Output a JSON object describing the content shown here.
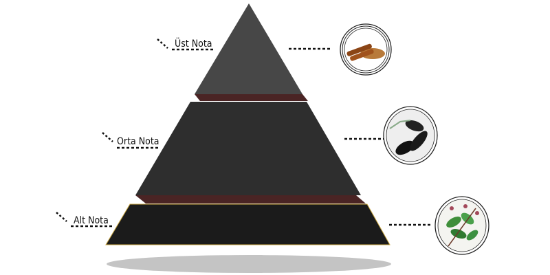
{
  "pyramid": {
    "levels": [
      {
        "label": "Üst Nota",
        "icon": "cinnamon-icon",
        "color": "#474747"
      },
      {
        "label": "Orta Nota",
        "icon": "dark-leaves-icon",
        "color": "#2e2e2e"
      },
      {
        "label": "Alt Nota",
        "icon": "green-plant-icon",
        "color": "#1b1b1b"
      }
    ],
    "separator_color": "#4a2424",
    "outline_color": "#c9a640",
    "shadow_color": "#c4c4c4"
  }
}
